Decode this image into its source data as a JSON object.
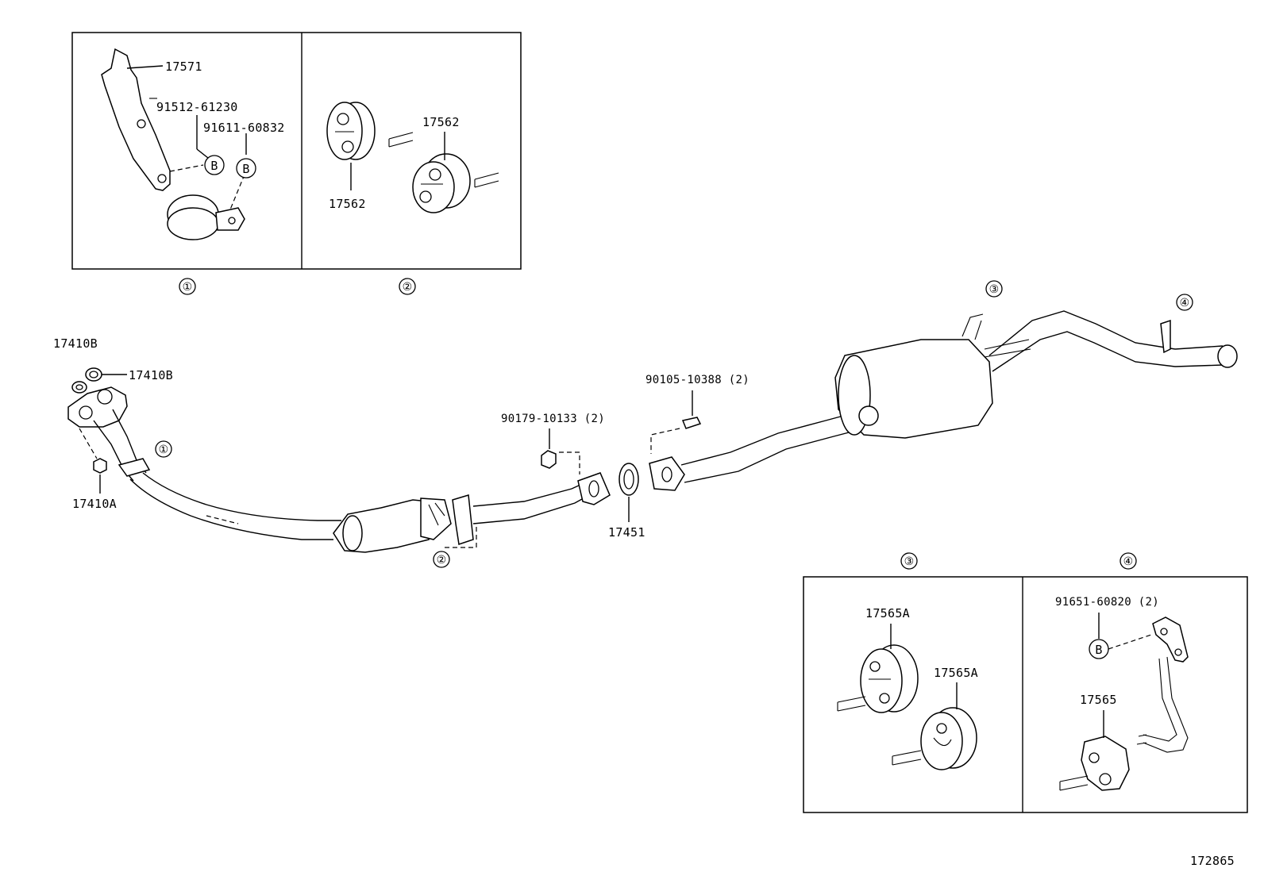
{
  "inset_boxes": {
    "box1": {
      "callout": "①",
      "parts": {
        "bracket": "17571",
        "bolt": "91512-61230",
        "bolt2": "91611-60832",
        "b_marker": "B"
      }
    },
    "box2": {
      "callout": "②",
      "parts": {
        "hanger_upper": "17562",
        "hanger_lower": "17562"
      }
    },
    "box3": {
      "callout": "③",
      "parts": {
        "hanger_a1": "17565A",
        "hanger_a2": "17565A"
      }
    },
    "box4": {
      "callout": "④",
      "parts": {
        "bolt": "91651-60820 (2)",
        "b_marker": "B",
        "hanger": "17565"
      }
    }
  },
  "main": {
    "gasket_b1": "17410B",
    "gasket_b2": "17410B",
    "nut_a": "17410A",
    "nut": "90179-10133 (2)",
    "bolt": "90105-10388 (2)",
    "gasket": "17451",
    "callout_1": "①",
    "callout_2": "②",
    "callout_3": "③",
    "callout_4": "④"
  },
  "figure_number": "172865"
}
